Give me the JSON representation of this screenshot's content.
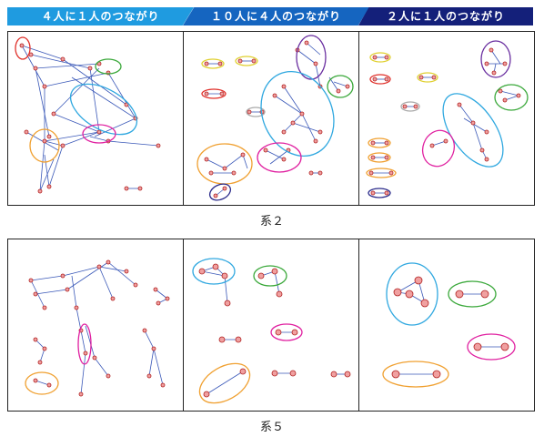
{
  "header": {
    "col1": "４人に１人のつながり",
    "col2": "１０人に４人のつながり",
    "col3": "２人に１人のつながり"
  },
  "captions": {
    "row1": "系２",
    "row2": "系５"
  },
  "colors": {
    "header1": "#1f9be0",
    "header2": "#1565c0",
    "header3": "#14207a",
    "edge": "#3a58b8",
    "node": "#f0a0a0"
  }
}
